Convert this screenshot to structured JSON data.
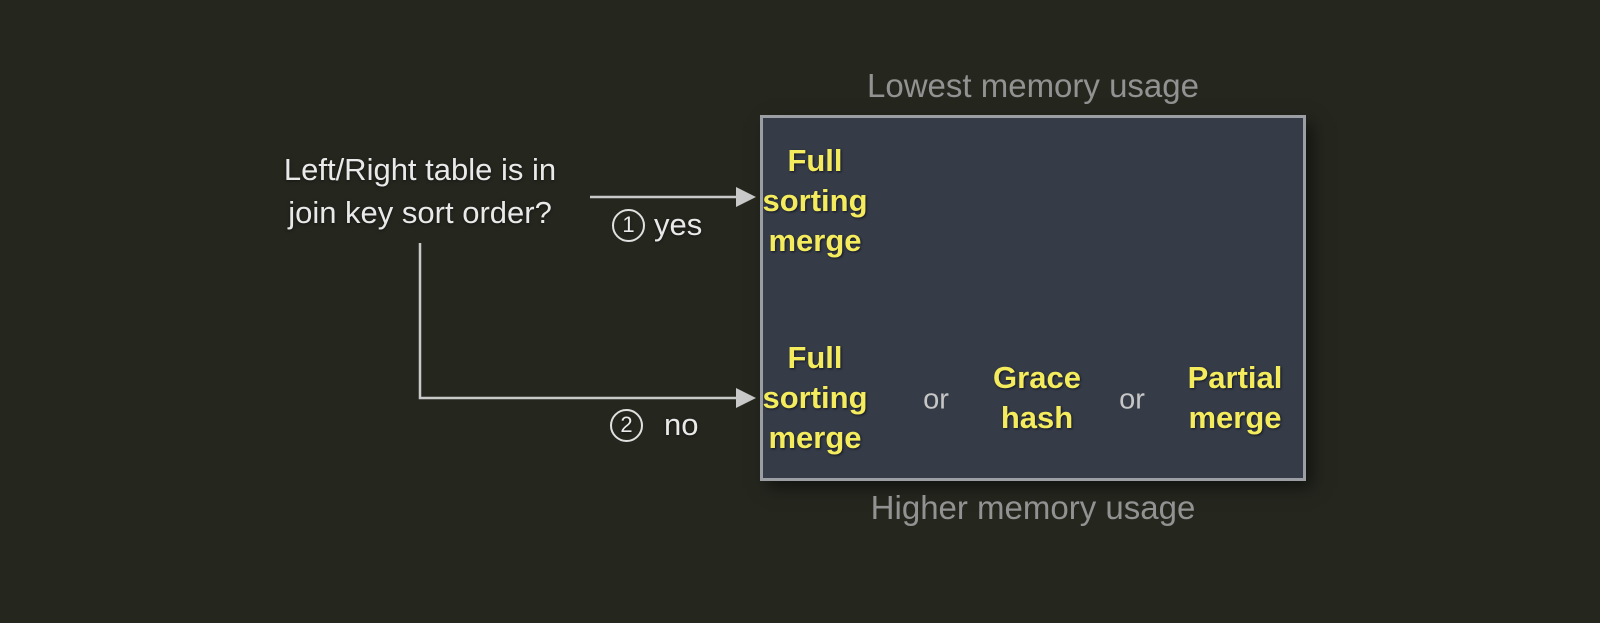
{
  "diagram": {
    "question": {
      "line1": "Left/Right table is in",
      "line2": "join key sort order?"
    },
    "branch_yes": {
      "number": "1",
      "label": "yes"
    },
    "branch_no": {
      "number": "2",
      "label": "no"
    },
    "caption_top": "Lowest memory usage",
    "caption_bottom": "Higher memory usage",
    "sorted_row": {
      "option1": "Full\nsorting\nmerge"
    },
    "unsorted_row": {
      "option1": "Full\nsorting\nmerge",
      "or1": "or",
      "option2": "Grace\nhash",
      "or2": "or",
      "option3": "Partial\nmerge"
    }
  },
  "colors": {
    "page_bg": "#25271f",
    "box_bg": "#353b47",
    "box_border": "#9b9ea3",
    "algorithm_yellow": "#f4ec5c",
    "caption_gray": "#929292",
    "text_light": "#e9e9e9",
    "connector_gray": "#c9c9c9"
  }
}
